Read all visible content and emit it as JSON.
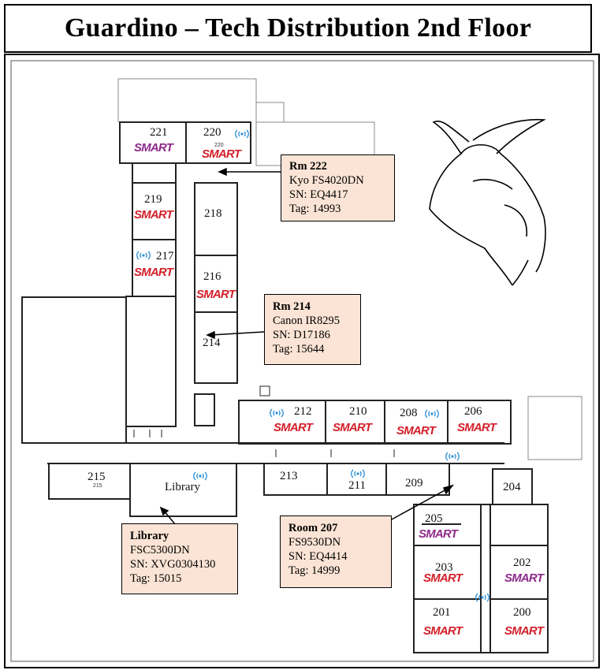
{
  "title": "Guardino – Tech Distribution 2nd Floor",
  "smart_label": "SMART",
  "rooms": {
    "r221": "221",
    "r220": "220",
    "r220_small": "220",
    "r219": "219",
    "r218": "218",
    "r217": "217",
    "r216": "216",
    "r214": "214",
    "r212": "212",
    "r210": "210",
    "r208": "208",
    "r206": "206",
    "r215": "215",
    "r215_small": "215",
    "library": "Library",
    "r213": "213",
    "r211": "211",
    "r209": "209",
    "r204": "204",
    "r205": "205",
    "r203": "203",
    "r202": "202",
    "r201": "201",
    "r200": "200"
  },
  "callouts": {
    "rm222": {
      "head": "Rm 222",
      "model": "Kyo FS4020DN",
      "sn": "SN:  EQ4417",
      "tag": "Tag:  14993"
    },
    "rm214": {
      "head": "Rm 214",
      "model": "Canon IR8295",
      "sn": "SN: D17186",
      "tag": "Tag:  15644"
    },
    "library": {
      "head": "Library",
      "model": "FSC5300DN",
      "sn": "SN:  XVG0304130",
      "tag": "Tag:  15015"
    },
    "room207": {
      "head": "Room 207",
      "model": "FS9530DN",
      "sn": "SN: EQ4414",
      "tag": "Tag:  14999"
    }
  },
  "icons": [
    "wifi-icon",
    "viking-logo",
    "arrow-icon"
  ],
  "colors": {
    "smart_red": "#d3202a",
    "smart_purple": "#8e2a8a",
    "callout_fill": "#fbe4d5"
  }
}
